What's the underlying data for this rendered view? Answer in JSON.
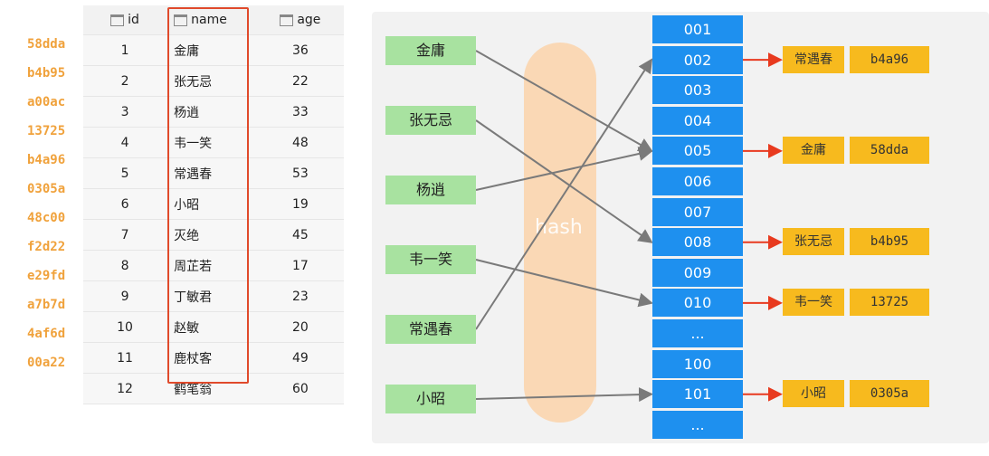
{
  "table": {
    "headers": {
      "id": "id",
      "name": "name",
      "age": "age"
    },
    "hashes": [
      "58dda",
      "b4b95",
      "a00ac",
      "13725",
      "b4a96",
      "0305a",
      "48c00",
      "f2d22",
      "e29fd",
      "a7b7d",
      "4af6d",
      "00a22"
    ],
    "rows": [
      {
        "id": "1",
        "name": "金庸",
        "age": "36"
      },
      {
        "id": "2",
        "name": "张无忌",
        "age": "22"
      },
      {
        "id": "3",
        "name": "杨逍",
        "age": "33"
      },
      {
        "id": "4",
        "name": "韦一笑",
        "age": "48"
      },
      {
        "id": "5",
        "name": "常遇春",
        "age": "53"
      },
      {
        "id": "6",
        "name": "小昭",
        "age": "19"
      },
      {
        "id": "7",
        "name": "灭绝",
        "age": "45"
      },
      {
        "id": "8",
        "name": "周芷若",
        "age": "17"
      },
      {
        "id": "9",
        "name": "丁敏君",
        "age": "23"
      },
      {
        "id": "10",
        "name": "赵敏",
        "age": "20"
      },
      {
        "id": "11",
        "name": "鹿杖客",
        "age": "49"
      },
      {
        "id": "12",
        "name": "鹤笔翁",
        "age": "60"
      }
    ]
  },
  "diagram": {
    "hash_label": "hash",
    "keys": [
      "金庸",
      "张无忌",
      "杨逍",
      "韦一笑",
      "常遇春",
      "小昭"
    ],
    "buckets": [
      "001",
      "002",
      "003",
      "004",
      "005",
      "006",
      "007",
      "008",
      "009",
      "010",
      "...",
      "100",
      "101",
      "..."
    ],
    "results": [
      {
        "bucket": "002",
        "name": "常遇春",
        "hash": "b4a96"
      },
      {
        "bucket": "005",
        "name": "金庸",
        "hash": "58dda"
      },
      {
        "bucket": "008",
        "name": "张无忌",
        "hash": "b4b95"
      },
      {
        "bucket": "010",
        "name": "韦一笑",
        "hash": "13725"
      },
      {
        "bucket": "101",
        "name": "小昭",
        "hash": "0305a"
      }
    ],
    "mappings": [
      {
        "key": "金庸",
        "bucket": "005"
      },
      {
        "key": "张无忌",
        "bucket": "008"
      },
      {
        "key": "杨逍",
        "bucket": "005"
      },
      {
        "key": "韦一笑",
        "bucket": "010"
      },
      {
        "key": "常遇春",
        "bucket": "002"
      },
      {
        "key": "小昭",
        "bucket": "101"
      }
    ],
    "colors": {
      "key_box": "#a8e2a0",
      "bucket": "#1e90ef",
      "result": "#f7ba1e",
      "result_arrow": "#e83a1f",
      "map_arrow": "#7a7a7a"
    }
  }
}
